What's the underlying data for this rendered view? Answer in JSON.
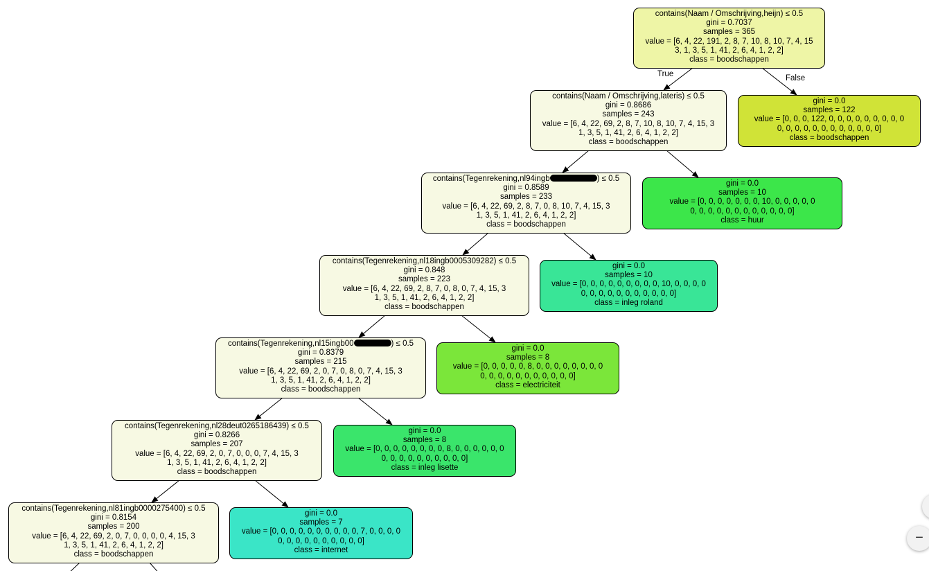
{
  "edge_labels": {
    "true": "True",
    "false": "False"
  },
  "colors": {
    "root": "#eef5a6",
    "split": "#f7f9e3",
    "leaf_boodschappen": "#d0e337",
    "leaf_huur": "#3ce64a",
    "leaf_inleg_roland": "#39e597",
    "leaf_electriciteit": "#7be63a",
    "leaf_inleg_lisette": "#3ae56b",
    "leaf_internet": "#3ae5c7"
  },
  "zoom": {
    "in_icon": "+",
    "out_icon": "−"
  },
  "nodes": [
    {
      "id": "root",
      "lines": [
        "contains(Naam / Omschrijving,heijn) ≤ 0.5",
        "gini = 0.7037",
        "samples = 365",
        "value = [6, 4, 22, 191, 2, 8, 7, 10, 8, 10, 7, 4, 15",
        "3, 1, 3, 5, 1, 41, 2, 6, 4, 1, 2, 2]",
        "class = boodschappen"
      ]
    },
    {
      "id": "n1",
      "lines": [
        "contains(Naam / Omschrijving,lateris) ≤ 0.5",
        "gini = 0.8686",
        "samples = 243",
        "value = [6, 4, 22, 69, 2, 8, 7, 10, 8, 10, 7, 4, 15, 3",
        "1, 3, 5, 1, 41, 2, 6, 4, 1, 2, 2]",
        "class = boodschappen"
      ]
    },
    {
      "id": "leaf1",
      "lines": [
        "gini = 0.0",
        "samples = 122",
        "value = [0, 0, 0, 122, 0, 0, 0, 0, 0, 0, 0, 0, 0",
        "0, 0, 0, 0, 0, 0, 0, 0, 0, 0, 0, 0]",
        "class = boodschappen"
      ]
    },
    {
      "id": "n2",
      "pre": "contains(Tegenrekening,nl94ingb",
      "post": ") ≤ 0.5",
      "lines": [
        "gini = 0.8589",
        "samples = 233",
        "value = [6, 4, 22, 69, 2, 8, 7, 0, 8, 10, 7, 4, 15, 3",
        "1, 3, 5, 1, 41, 2, 6, 4, 1, 2, 2]",
        "class = boodschappen"
      ]
    },
    {
      "id": "leaf2",
      "lines": [
        "gini = 0.0",
        "samples = 10",
        "value = [0, 0, 0, 0, 0, 0, 0, 10, 0, 0, 0, 0, 0",
        "0, 0, 0, 0, 0, 0, 0, 0, 0, 0, 0, 0]",
        "class = huur"
      ]
    },
    {
      "id": "n3",
      "lines": [
        "contains(Tegenrekening,nl18ingb0005309282) ≤ 0.5",
        "gini = 0.848",
        "samples = 223",
        "value = [6, 4, 22, 69, 2, 8, 7, 0, 8, 0, 7, 4, 15, 3",
        "1, 3, 5, 1, 41, 2, 6, 4, 1, 2, 2]",
        "class = boodschappen"
      ]
    },
    {
      "id": "leaf3",
      "lines": [
        "gini = 0.0",
        "samples = 10",
        "value = [0, 0, 0, 0, 0, 0, 0, 0, 0, 10, 0, 0, 0, 0",
        "0, 0, 0, 0, 0, 0, 0, 0, 0, 0, 0]",
        "class = inleg roland"
      ]
    },
    {
      "id": "n4",
      "pre": "contains(Tegenrekening,nl15ingb00",
      "post": ") ≤ 0.5",
      "lines": [
        "gini = 0.8379",
        "samples = 215",
        "value = [6, 4, 22, 69, 2, 0, 7, 0, 8, 0, 7, 4, 15, 3",
        "1, 3, 5, 1, 41, 2, 6, 4, 1, 2, 2]",
        "class = boodschappen"
      ]
    },
    {
      "id": "leaf4",
      "lines": [
        "gini = 0.0",
        "samples = 8",
        "value = [0, 0, 0, 0, 0, 8, 0, 0, 0, 0, 0, 0, 0, 0",
        "0, 0, 0, 0, 0, 0, 0, 0, 0, 0, 0]",
        "class = electriciteit"
      ]
    },
    {
      "id": "n5",
      "lines": [
        "contains(Tegenrekening,nl28deut0265186439) ≤ 0.5",
        "gini = 0.8266",
        "samples = 207",
        "value = [6, 4, 22, 69, 2, 0, 7, 0, 0, 0, 7, 4, 15, 3",
        "1, 3, 5, 1, 41, 2, 6, 4, 1, 2, 2]",
        "class = boodschappen"
      ]
    },
    {
      "id": "leaf5",
      "lines": [
        "gini = 0.0",
        "samples = 8",
        "value = [0, 0, 0, 0, 0, 0, 0, 0, 8, 0, 0, 0, 0, 0, 0",
        "0, 0, 0, 0, 0, 0, 0, 0, 0, 0]",
        "class = inleg lisette"
      ]
    },
    {
      "id": "n6",
      "lines": [
        "contains(Tegenrekening,nl81ingb0000275400) ≤ 0.5",
        "gini = 0.8154",
        "samples = 200",
        "value = [6, 4, 22, 69, 2, 0, 7, 0, 0, 0, 0, 4, 15, 3",
        "1, 3, 5, 1, 41, 2, 6, 4, 1, 2, 2]",
        "class = boodschappen"
      ]
    },
    {
      "id": "leaf6",
      "lines": [
        "gini = 0.0",
        "samples = 7",
        "value = [0, 0, 0, 0, 0, 0, 0, 0, 0, 0, 7, 0, 0, 0, 0",
        "0, 0, 0, 0, 0, 0, 0, 0, 0, 0]",
        "class = internet"
      ]
    }
  ]
}
